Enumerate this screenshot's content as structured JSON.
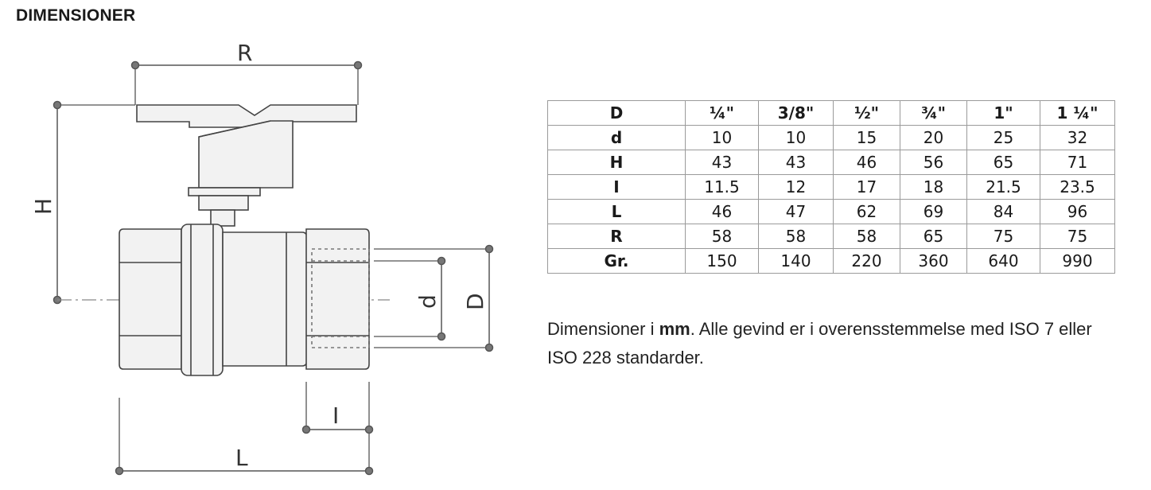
{
  "title": "DIMENSIONER",
  "diagram": {
    "labels": {
      "R": "R",
      "H": "H",
      "d": "d",
      "D": "D",
      "I": "I",
      "L": "L"
    },
    "line_color": "#555555",
    "body_fill": "#f2f2f2"
  },
  "table": {
    "header": [
      "D",
      "¼\"",
      "3/8\"",
      "½\"",
      "¾\"",
      "1\"",
      "1 ¼\""
    ],
    "rows": [
      [
        "d",
        "10",
        "10",
        "15",
        "20",
        "25",
        "32"
      ],
      [
        "H",
        "43",
        "43",
        "46",
        "56",
        "65",
        "71"
      ],
      [
        "I",
        "11.5",
        "12",
        "17",
        "18",
        "21.5",
        "23.5"
      ],
      [
        "L",
        "46",
        "47",
        "62",
        "69",
        "84",
        "96"
      ],
      [
        "R",
        "58",
        "58",
        "58",
        "65",
        "75",
        "75"
      ],
      [
        "Gr.",
        "150",
        "140",
        "220",
        "360",
        "640",
        "990"
      ]
    ]
  },
  "note": {
    "part1": "Dimensioner i ",
    "bold": "mm",
    "part2": ". Alle gevind er i overensstemmelse med ISO 7 eller ISO 228 standarder."
  }
}
